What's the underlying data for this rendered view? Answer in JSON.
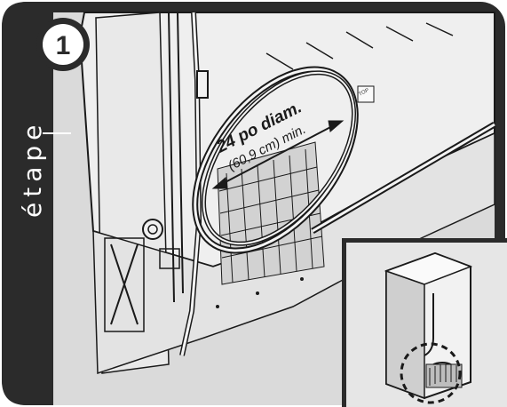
{
  "step": {
    "word": "étape",
    "number": "1"
  },
  "dimension": {
    "primary": "24 po diam.",
    "secondary": "(60,9 cm) min."
  },
  "tag": {
    "top": "TOP"
  },
  "colors": {
    "frame": "#2b2b2b",
    "panel_bg": "#dcdcdc",
    "light_bg": "#f2f2f2",
    "line": "#1a1a1a",
    "inset_bg": "#e6e6e6"
  },
  "icons": {
    "inset": "refrigerator-back-view-icon",
    "highlight": "dashed-circle-highlight-icon"
  }
}
